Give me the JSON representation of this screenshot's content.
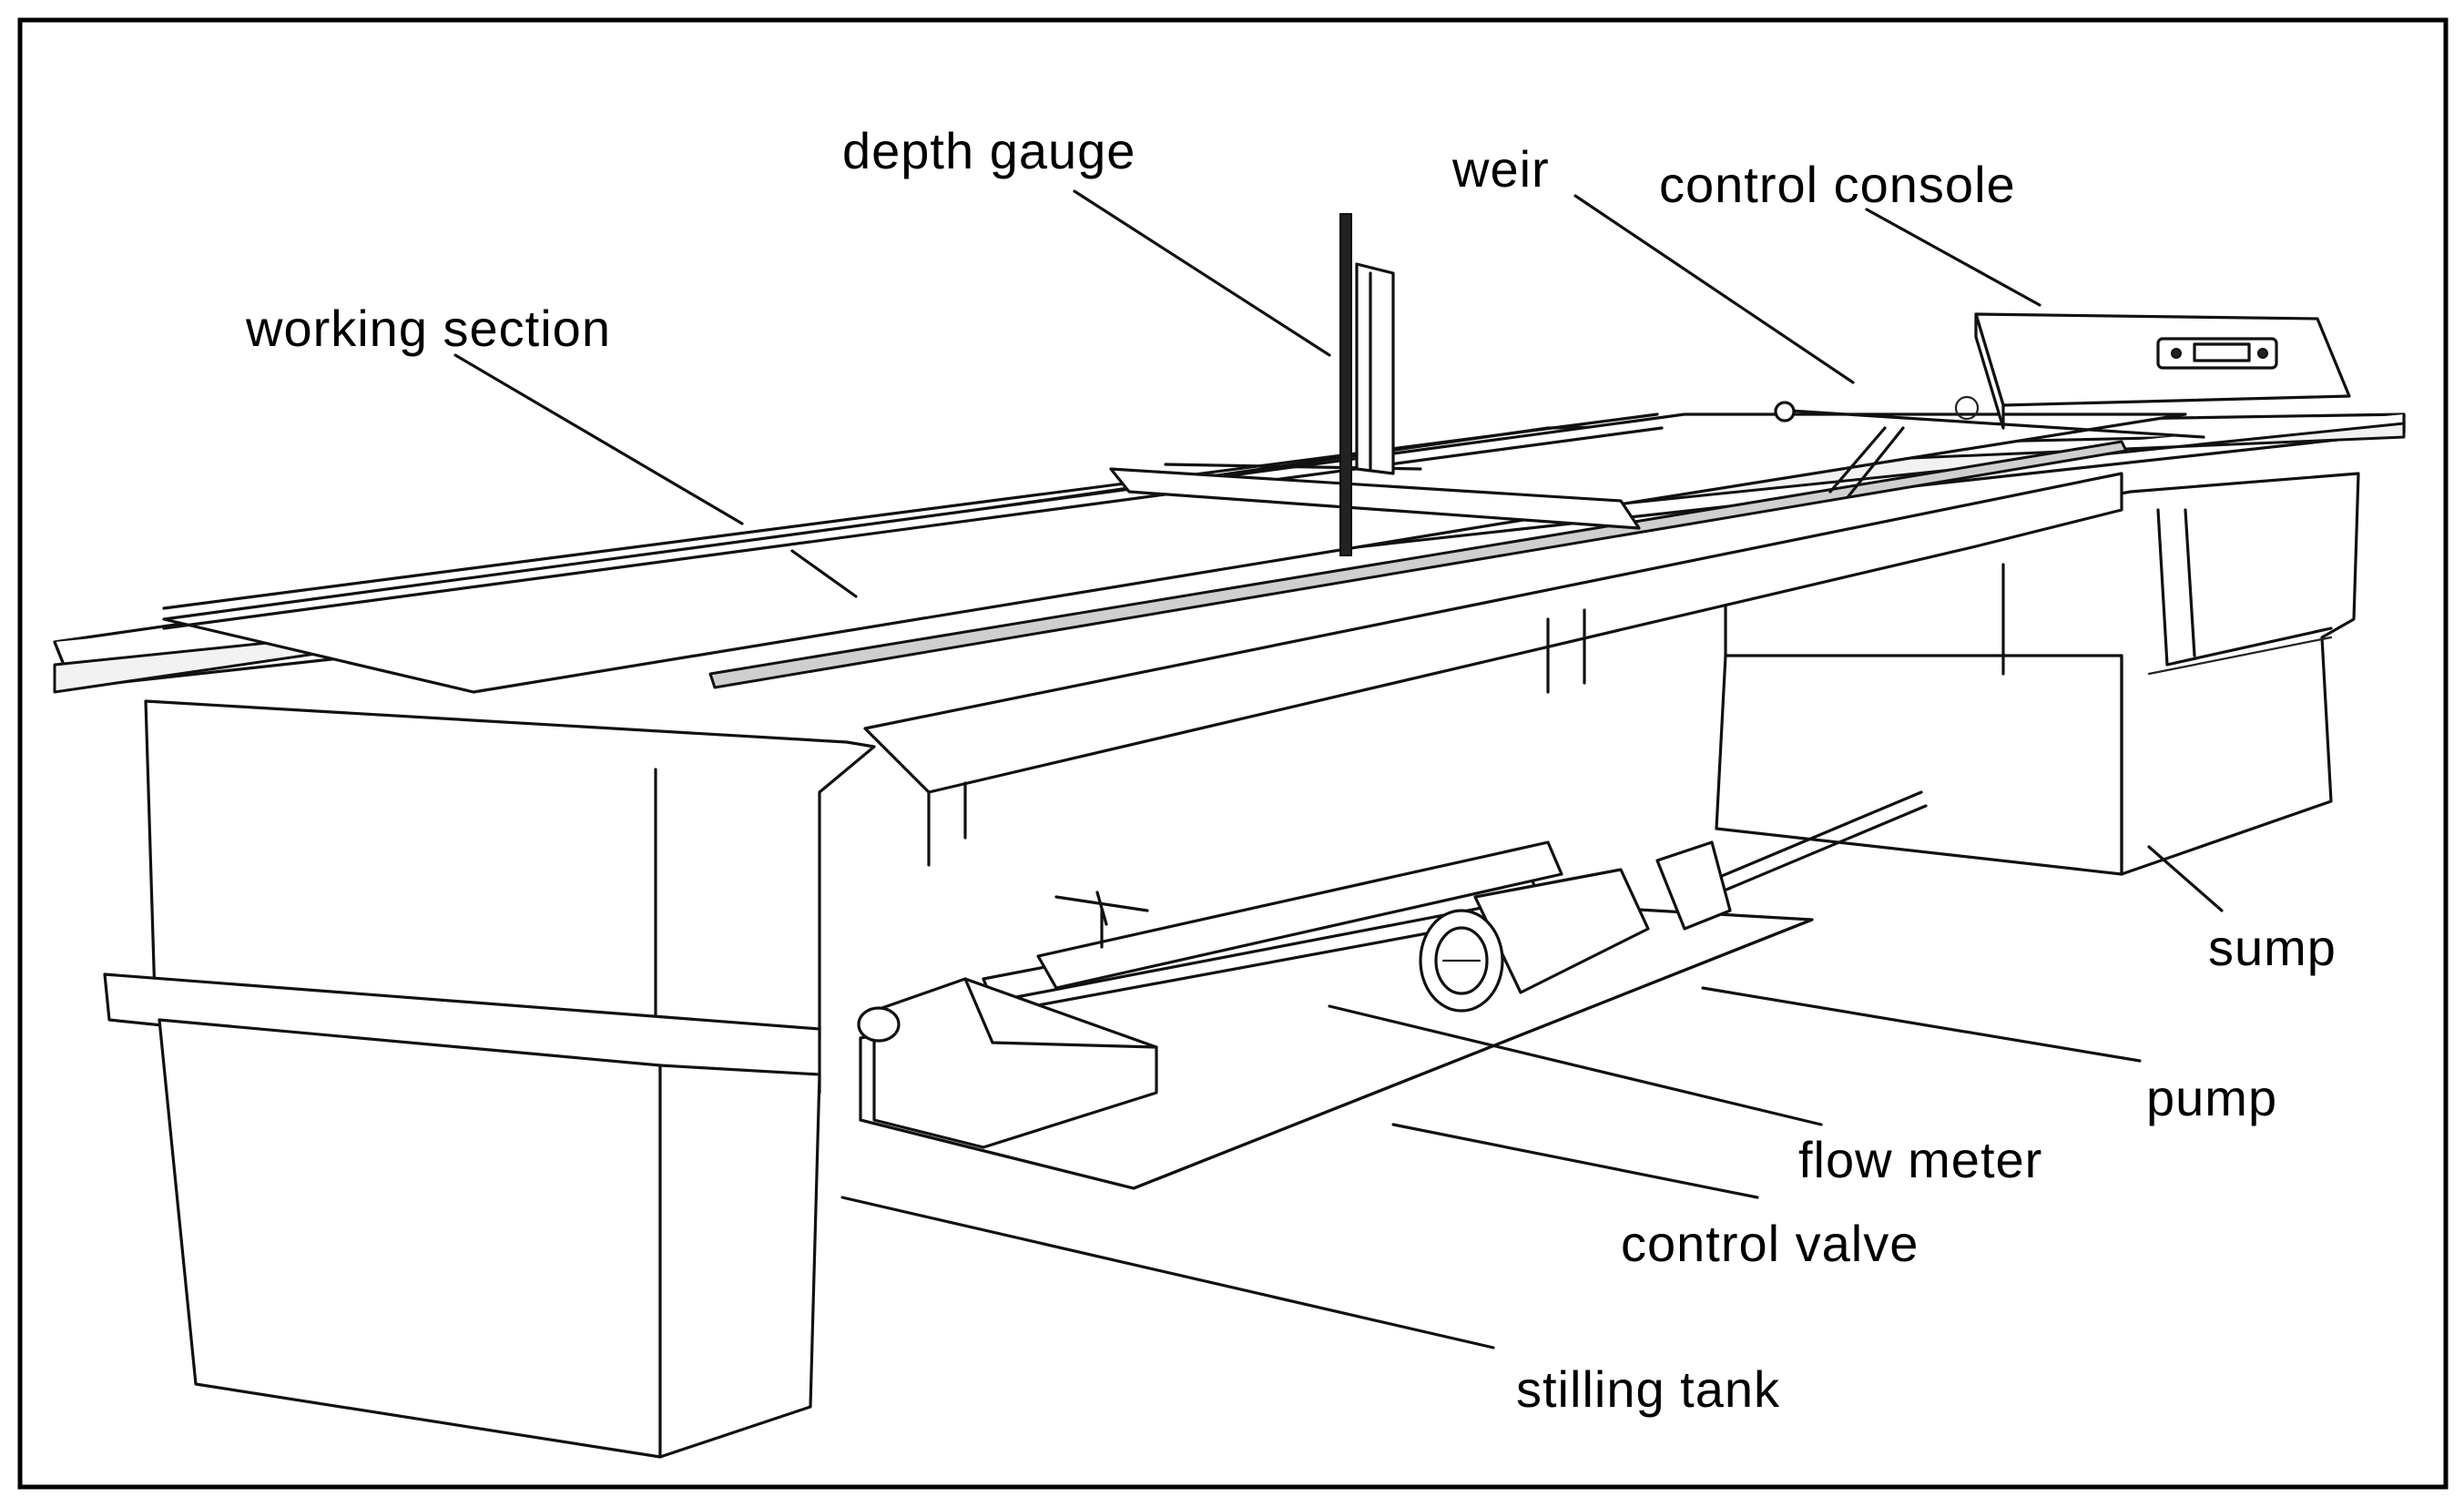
{
  "labels": {
    "depth_gauge": "depth gauge",
    "weir": "weir",
    "control_console": "control console",
    "working_section": "working section",
    "sump": "sump",
    "pump": "pump",
    "flow_meter": "flow meter",
    "control_valve": "control valve",
    "stilling_tank": "stilling tank"
  }
}
